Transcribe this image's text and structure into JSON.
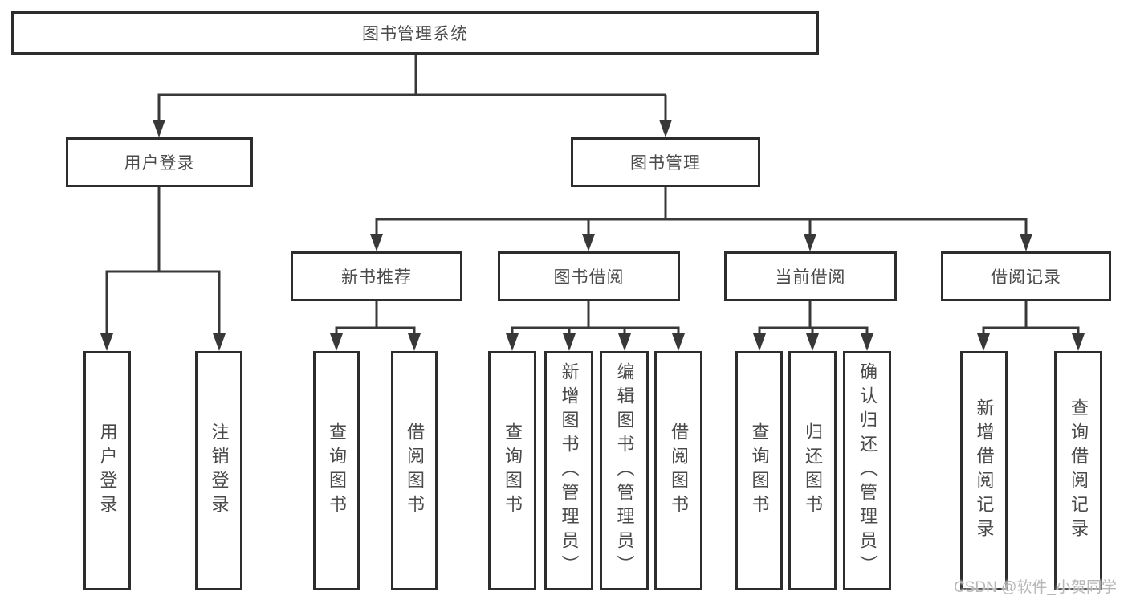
{
  "watermark": "CSDN @软件_小贺同学",
  "colors": {
    "line": "#383838",
    "box_border": "#2d2d2d",
    "text": "#4a4a4a",
    "watermark": "#b7b7b7",
    "background": "#ffffff"
  },
  "tree": {
    "label": "图书管理系统",
    "children": [
      {
        "label": "用户登录",
        "children": [
          "用户登录",
          "注销登录"
        ]
      },
      {
        "label": "图书管理",
        "children": [
          {
            "label": "新书推荐",
            "children": [
              "查询图书",
              "借阅图书"
            ]
          },
          {
            "label": "图书借阅",
            "children": [
              "查询图书",
              "新增图书（管理员）",
              "编辑图书（管理员）",
              "借阅图书"
            ]
          },
          {
            "label": "当前借阅",
            "children": [
              "查询图书",
              "归还图书",
              "确认归还（管理员）"
            ]
          },
          {
            "label": "借阅记录",
            "children": [
              "新增借阅记录",
              "查询借阅记录"
            ]
          }
        ]
      }
    ]
  }
}
